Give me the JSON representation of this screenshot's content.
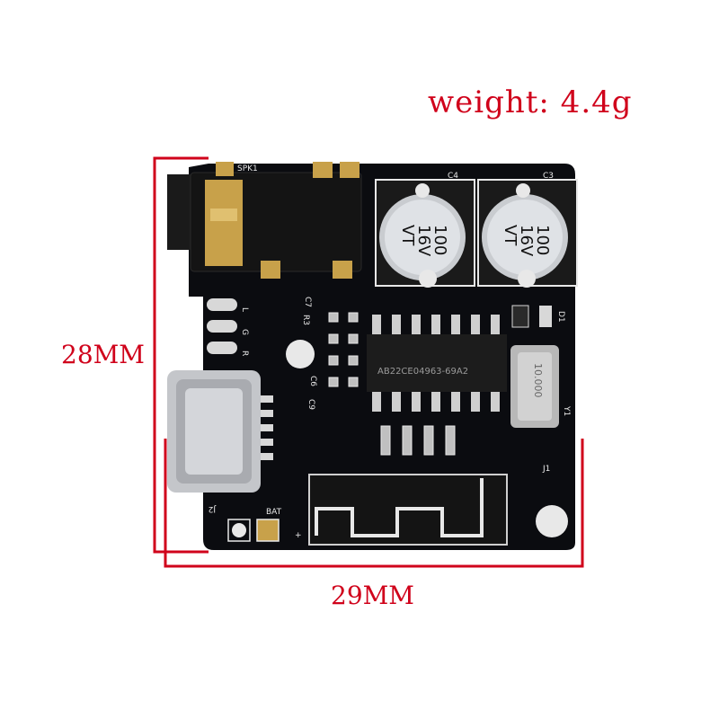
{
  "annotations": {
    "weight": "weight: 4.4g",
    "height": "28MM",
    "width": "29MM"
  },
  "silkscreen": {
    "spk": "SPK1",
    "c4": "C4",
    "c3": "C3",
    "c7": "C7",
    "r3": "R3",
    "c9": "C9",
    "c6": "C6",
    "d1": "D1",
    "y1": "Y1",
    "j1": "J1",
    "j2": "J2",
    "bat": "BAT",
    "plus": "+",
    "l": "L",
    "g": "G",
    "r": "R",
    "chip_text": "AB22CE04963-69A2",
    "crystal": "10.000"
  },
  "capacitors": [
    {
      "value": "100",
      "voltage": "16V",
      "series": "VT"
    },
    {
      "value": "100",
      "voltage": "16V",
      "series": "VT"
    }
  ],
  "colors": {
    "dimension_red": "#d0021b",
    "pcb": "#0b0c10",
    "silk": "#e8e8e8"
  }
}
